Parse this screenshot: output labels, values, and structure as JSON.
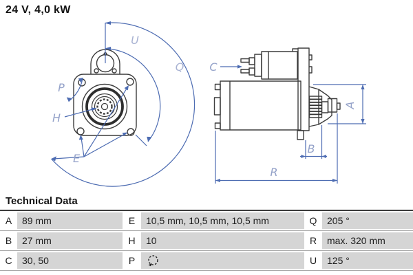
{
  "header": {
    "power_rating": "24 V, 4,0 kW"
  },
  "drawing": {
    "front_view": {
      "labels": {
        "u": "U",
        "q": "Q",
        "p": "P",
        "h": "H",
        "e": "E"
      }
    },
    "side_view": {
      "labels": {
        "c": "C",
        "a": "A",
        "b": "B",
        "r": "R"
      }
    }
  },
  "table": {
    "title": "Technical Data",
    "rows": [
      {
        "cells": [
          {
            "key": "A",
            "value": "89 mm"
          },
          {
            "key": "E",
            "value": "10,5 mm, 10,5 mm, 10,5 mm"
          },
          {
            "key": "Q",
            "value": "205 °"
          }
        ]
      },
      {
        "cells": [
          {
            "key": "B",
            "value": "27 mm"
          },
          {
            "key": "H",
            "value": "10"
          },
          {
            "key": "R",
            "value": "max. 320 mm"
          }
        ]
      },
      {
        "cells": [
          {
            "key": "C",
            "value": "30, 50"
          },
          {
            "key": "P",
            "value": "",
            "icon": "rotation-direction-icon"
          },
          {
            "key": "U",
            "value": "125 °"
          }
        ]
      }
    ]
  },
  "colors": {
    "outline": "#3d3d3d",
    "dimension_blue": "#4d6cb2",
    "label_blue": "#94a2c9",
    "cell_gray": "#d5d5d5"
  }
}
